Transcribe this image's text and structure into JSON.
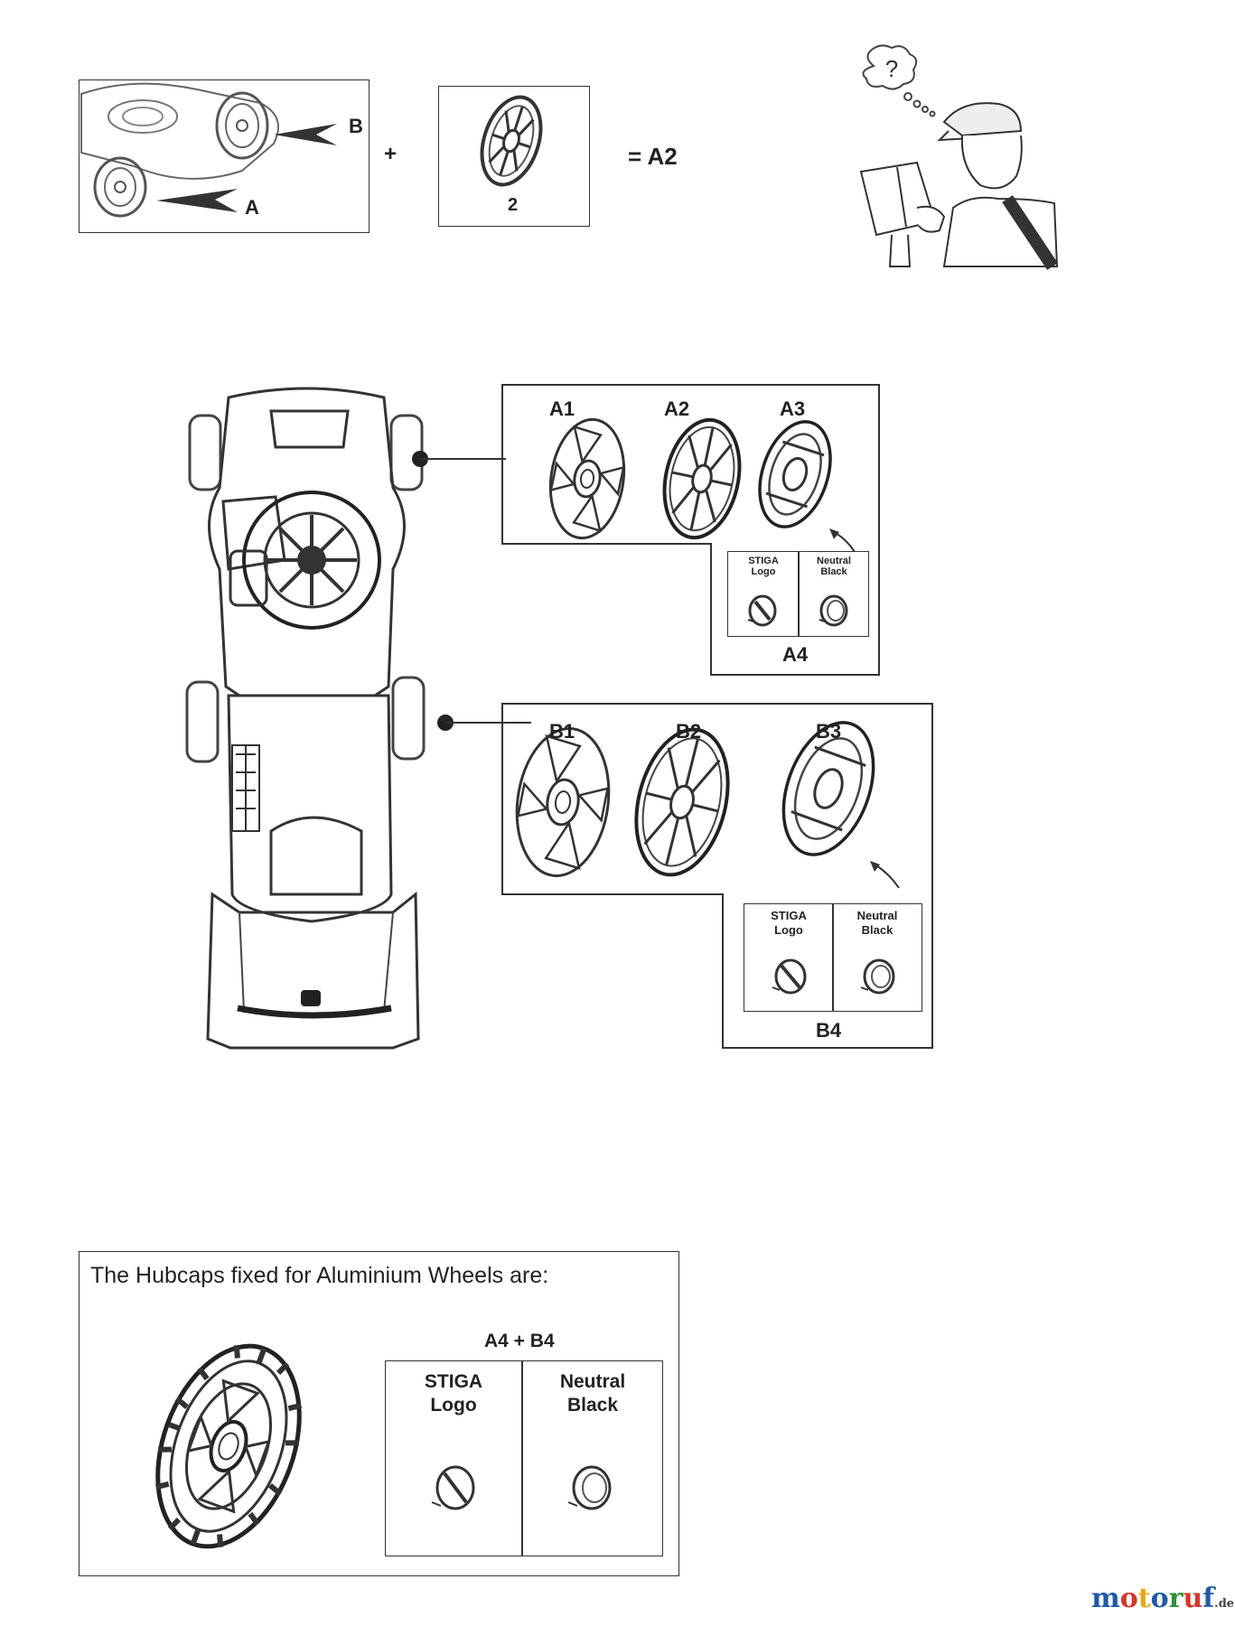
{
  "top": {
    "label_a": "A",
    "label_b": "B",
    "plus": "+",
    "item_number": "2",
    "equals": "= A2",
    "question": "?"
  },
  "front_hubcaps": {
    "a1": "A1",
    "a2": "A2",
    "a3": "A3",
    "a4": "A4",
    "stiga_line1": "STIGA",
    "stiga_line2": "Logo",
    "neutral_line1": "Neutral",
    "neutral_line2": "Black"
  },
  "rear_hubcaps": {
    "b1": "B1",
    "b2": "B2",
    "b3": "B3",
    "b4": "B4",
    "stiga_line1": "STIGA",
    "stiga_line2": "Logo",
    "neutral_line1": "Neutral",
    "neutral_line2": "Black"
  },
  "aluminium": {
    "title": "The Hubcaps  fixed for Aluminium Wheels are:",
    "combo": "A4 + B4",
    "stiga_line1": "STIGA",
    "stiga_line2": "Logo",
    "neutral_line1": "Neutral",
    "neutral_line2": "Black"
  },
  "watermark": {
    "m": "m",
    "o1": "o",
    "t": "t",
    "o2": "o",
    "r": "r",
    "u": "u",
    "f": "f",
    "tld": ".de"
  },
  "colors": {
    "watermark_blue": "#1f5aa6",
    "watermark_red": "#d9342b",
    "watermark_yellow": "#e6a817",
    "watermark_green": "#2f8f3a"
  }
}
